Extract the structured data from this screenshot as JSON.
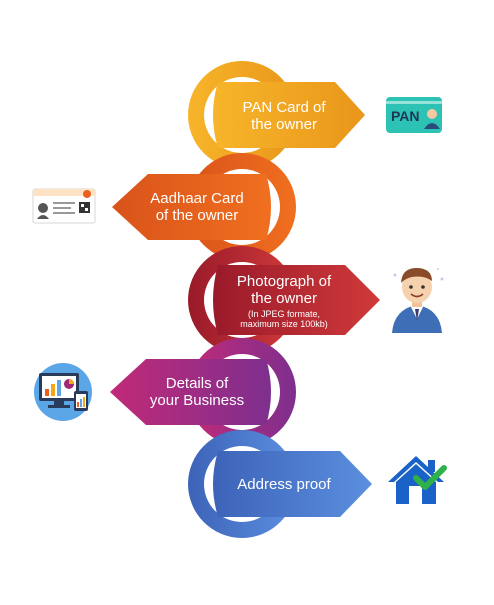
{
  "steps": [
    {
      "label": "PAN Card of the owner",
      "line1": "PAN Card of",
      "line2": "the owner",
      "color": "#f2a81d",
      "icon": "pan-card-icon"
    },
    {
      "label": "Aadhaar Card of the owner",
      "line1": "Aadhaar Card",
      "line2": "of the owner",
      "color": "#e8621e",
      "icon": "aadhaar-card-icon"
    },
    {
      "label": "Photograph of the owner",
      "line1": "Photograph of",
      "line2": "the owner",
      "note1": "(In JPEG formate,",
      "note2": "maximum size 100kb)",
      "color": "#b7232f",
      "icon": "person-icon"
    },
    {
      "label": "Details of your Business",
      "line1": "Details of",
      "line2": "your Business",
      "color": "#a0287a",
      "icon": "business-dashboard-icon"
    },
    {
      "label": "Address proof",
      "line1": "Address proof",
      "color": "#4a78c8",
      "icon": "house-check-icon"
    }
  ],
  "pan_card_text": "PAN",
  "colors": {
    "yellow": "#f2a81d",
    "orange": "#e8621e",
    "red": "#b7232f",
    "purple": "#a0287a",
    "blue": "#4a78c8",
    "teal": "#2cc3b5"
  }
}
